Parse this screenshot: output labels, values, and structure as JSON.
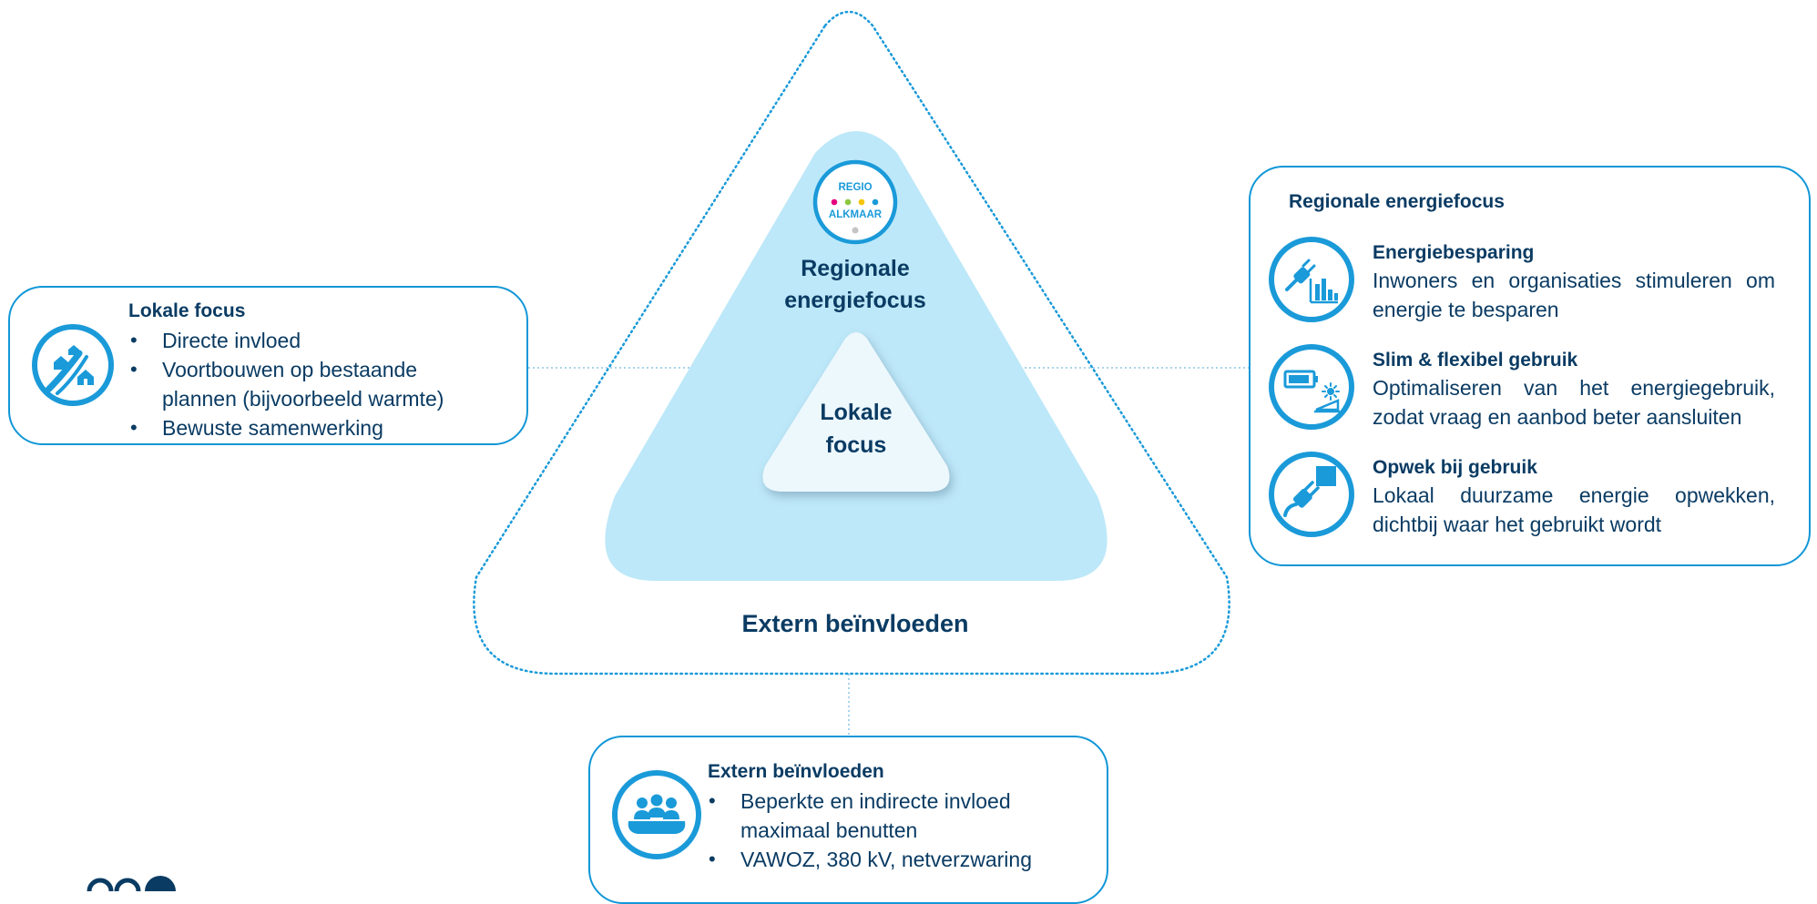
{
  "diagram": {
    "outer_label": "Extern beïnvloeden",
    "middle_label_line1": "Regionale",
    "middle_label_line2": "energiefocus",
    "inner_label_line1": "Lokale",
    "inner_label_line2": "focus",
    "logo": {
      "line1": "REGIO",
      "line2": "ALKMAAR",
      "dot_colors": [
        "#e5007d",
        "#8dc63f",
        "#f6c400",
        "#1a9ad9"
      ]
    }
  },
  "left_card": {
    "title": "Lokale focus",
    "icon": "houses-road-icon",
    "bullets": [
      "Directe invloed",
      "Voortbouwen op bestaande plannen (bijvoorbeeld warmte)",
      "Bewuste samenwerking"
    ]
  },
  "right_card": {
    "title": "Regionale energiefocus",
    "items": [
      {
        "icon": "plug-chart-icon",
        "title": "Energiebesparing",
        "text": "Inwoners en organisaties stimuleren om energie te besparen"
      },
      {
        "icon": "battery-solar-icon",
        "title": "Slim & flexibel gebruik",
        "text": "Optimaliseren van het energiegebruik, zodat vraag en aanbod beter aansluiten"
      },
      {
        "icon": "plug-square-icon",
        "title": "Opwek bij gebruik",
        "text": "Lokaal duurzame energie opwekken, dichtbij waar het gebruikt wordt"
      }
    ]
  },
  "bottom_card": {
    "title": "Extern beïnvloeden",
    "icon": "people-meeting-icon",
    "bullets": [
      "Beperkte en indirecte invloed maximaal benutten",
      "VAWOZ, 380 kV, netverzwaring"
    ]
  },
  "colors": {
    "navy": "#0a3b63",
    "accent_blue": "#1a9ad9",
    "light_triangle": "#bde8f9",
    "inner_triangle": "#edf8fd"
  }
}
